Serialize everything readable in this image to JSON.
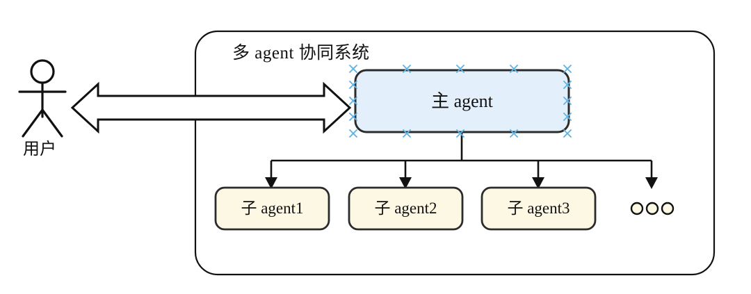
{
  "diagram": {
    "title": "多 agent 协同系统",
    "actor": {
      "label": "用户",
      "icon": "stick-figure-actor-icon"
    },
    "connection": {
      "type": "bidirectional-block-arrow",
      "icon": "double-headed-arrow-icon",
      "from": "用户",
      "to": "主 agent"
    },
    "main_agent": {
      "label": "主 agent",
      "fill": "#e3f0fb",
      "stroke": "#2b2b2b",
      "selected": true,
      "handle_color": "#5fb3e6",
      "handle_glyph": "x"
    },
    "children": [
      {
        "label": "子 agent1",
        "fill": "#fdf8e4",
        "stroke": "#2b2b2b"
      },
      {
        "label": "子 agent2",
        "fill": "#fdf8e4",
        "stroke": "#2b2b2b"
      },
      {
        "label": "子 agent3",
        "fill": "#fdf8e4",
        "stroke": "#2b2b2b"
      }
    ],
    "ellipsis": {
      "glyph": "ooo",
      "count": 3,
      "fill": "#fdf8e4",
      "stroke": "#111111"
    },
    "container": {
      "label": "多 agent 协同系统",
      "stroke": "#111111",
      "fill": "#ffffff"
    }
  }
}
